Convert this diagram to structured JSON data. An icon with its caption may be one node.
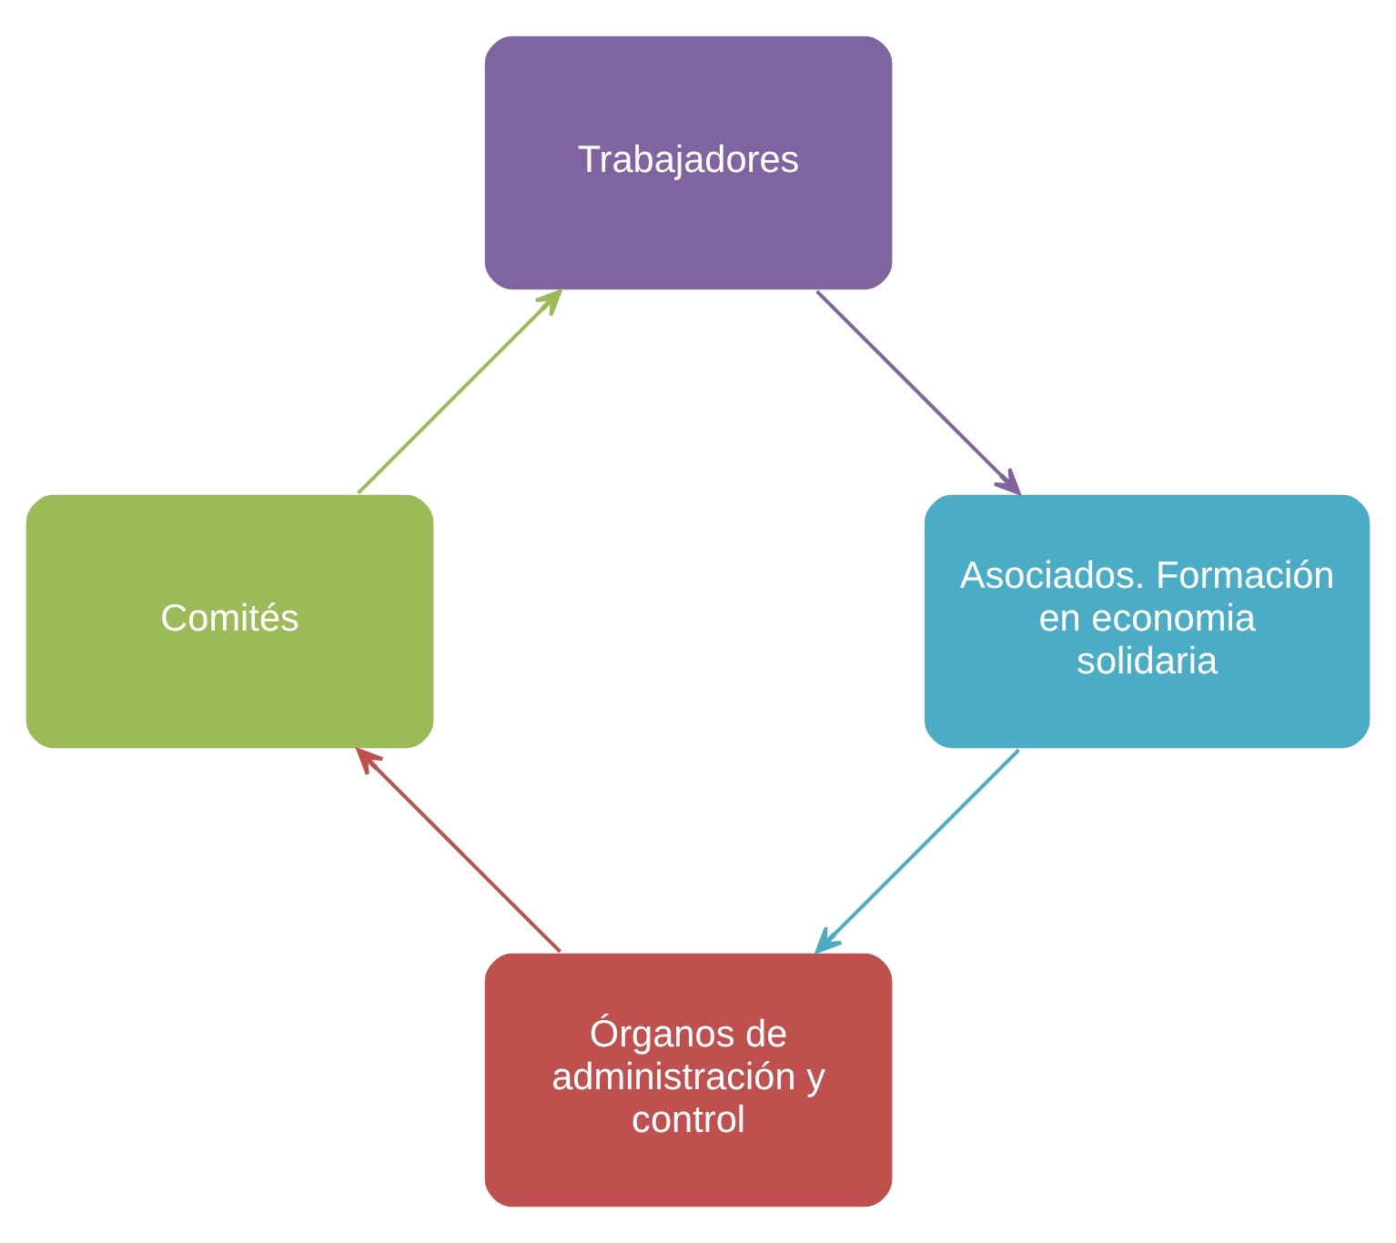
{
  "diagram": {
    "nodes": [
      {
        "text": [
          "Órganos de administración y control"
        ]
      },
      {
        "text": [
          "Comités"
        ]
      },
      {
        "text": [
          "Trabajadores"
        ]
      },
      {
        "text": [
          "Asociados. Formación en economia solidaria"
        ]
      }
    ],
    "edges": [
      {
        "from": 0,
        "to": 1,
        "arrow": "to",
        "color": "#c0504d"
      },
      {
        "from": 1,
        "to": 2,
        "arrow": "to",
        "color": "#9bbb59"
      },
      {
        "from": 2,
        "to": 3,
        "arrow": "to",
        "color": "#8064a2"
      },
      {
        "from": 3,
        "to": 0,
        "arrow": "to",
        "color": "#4bacc6"
      }
    ]
  }
}
